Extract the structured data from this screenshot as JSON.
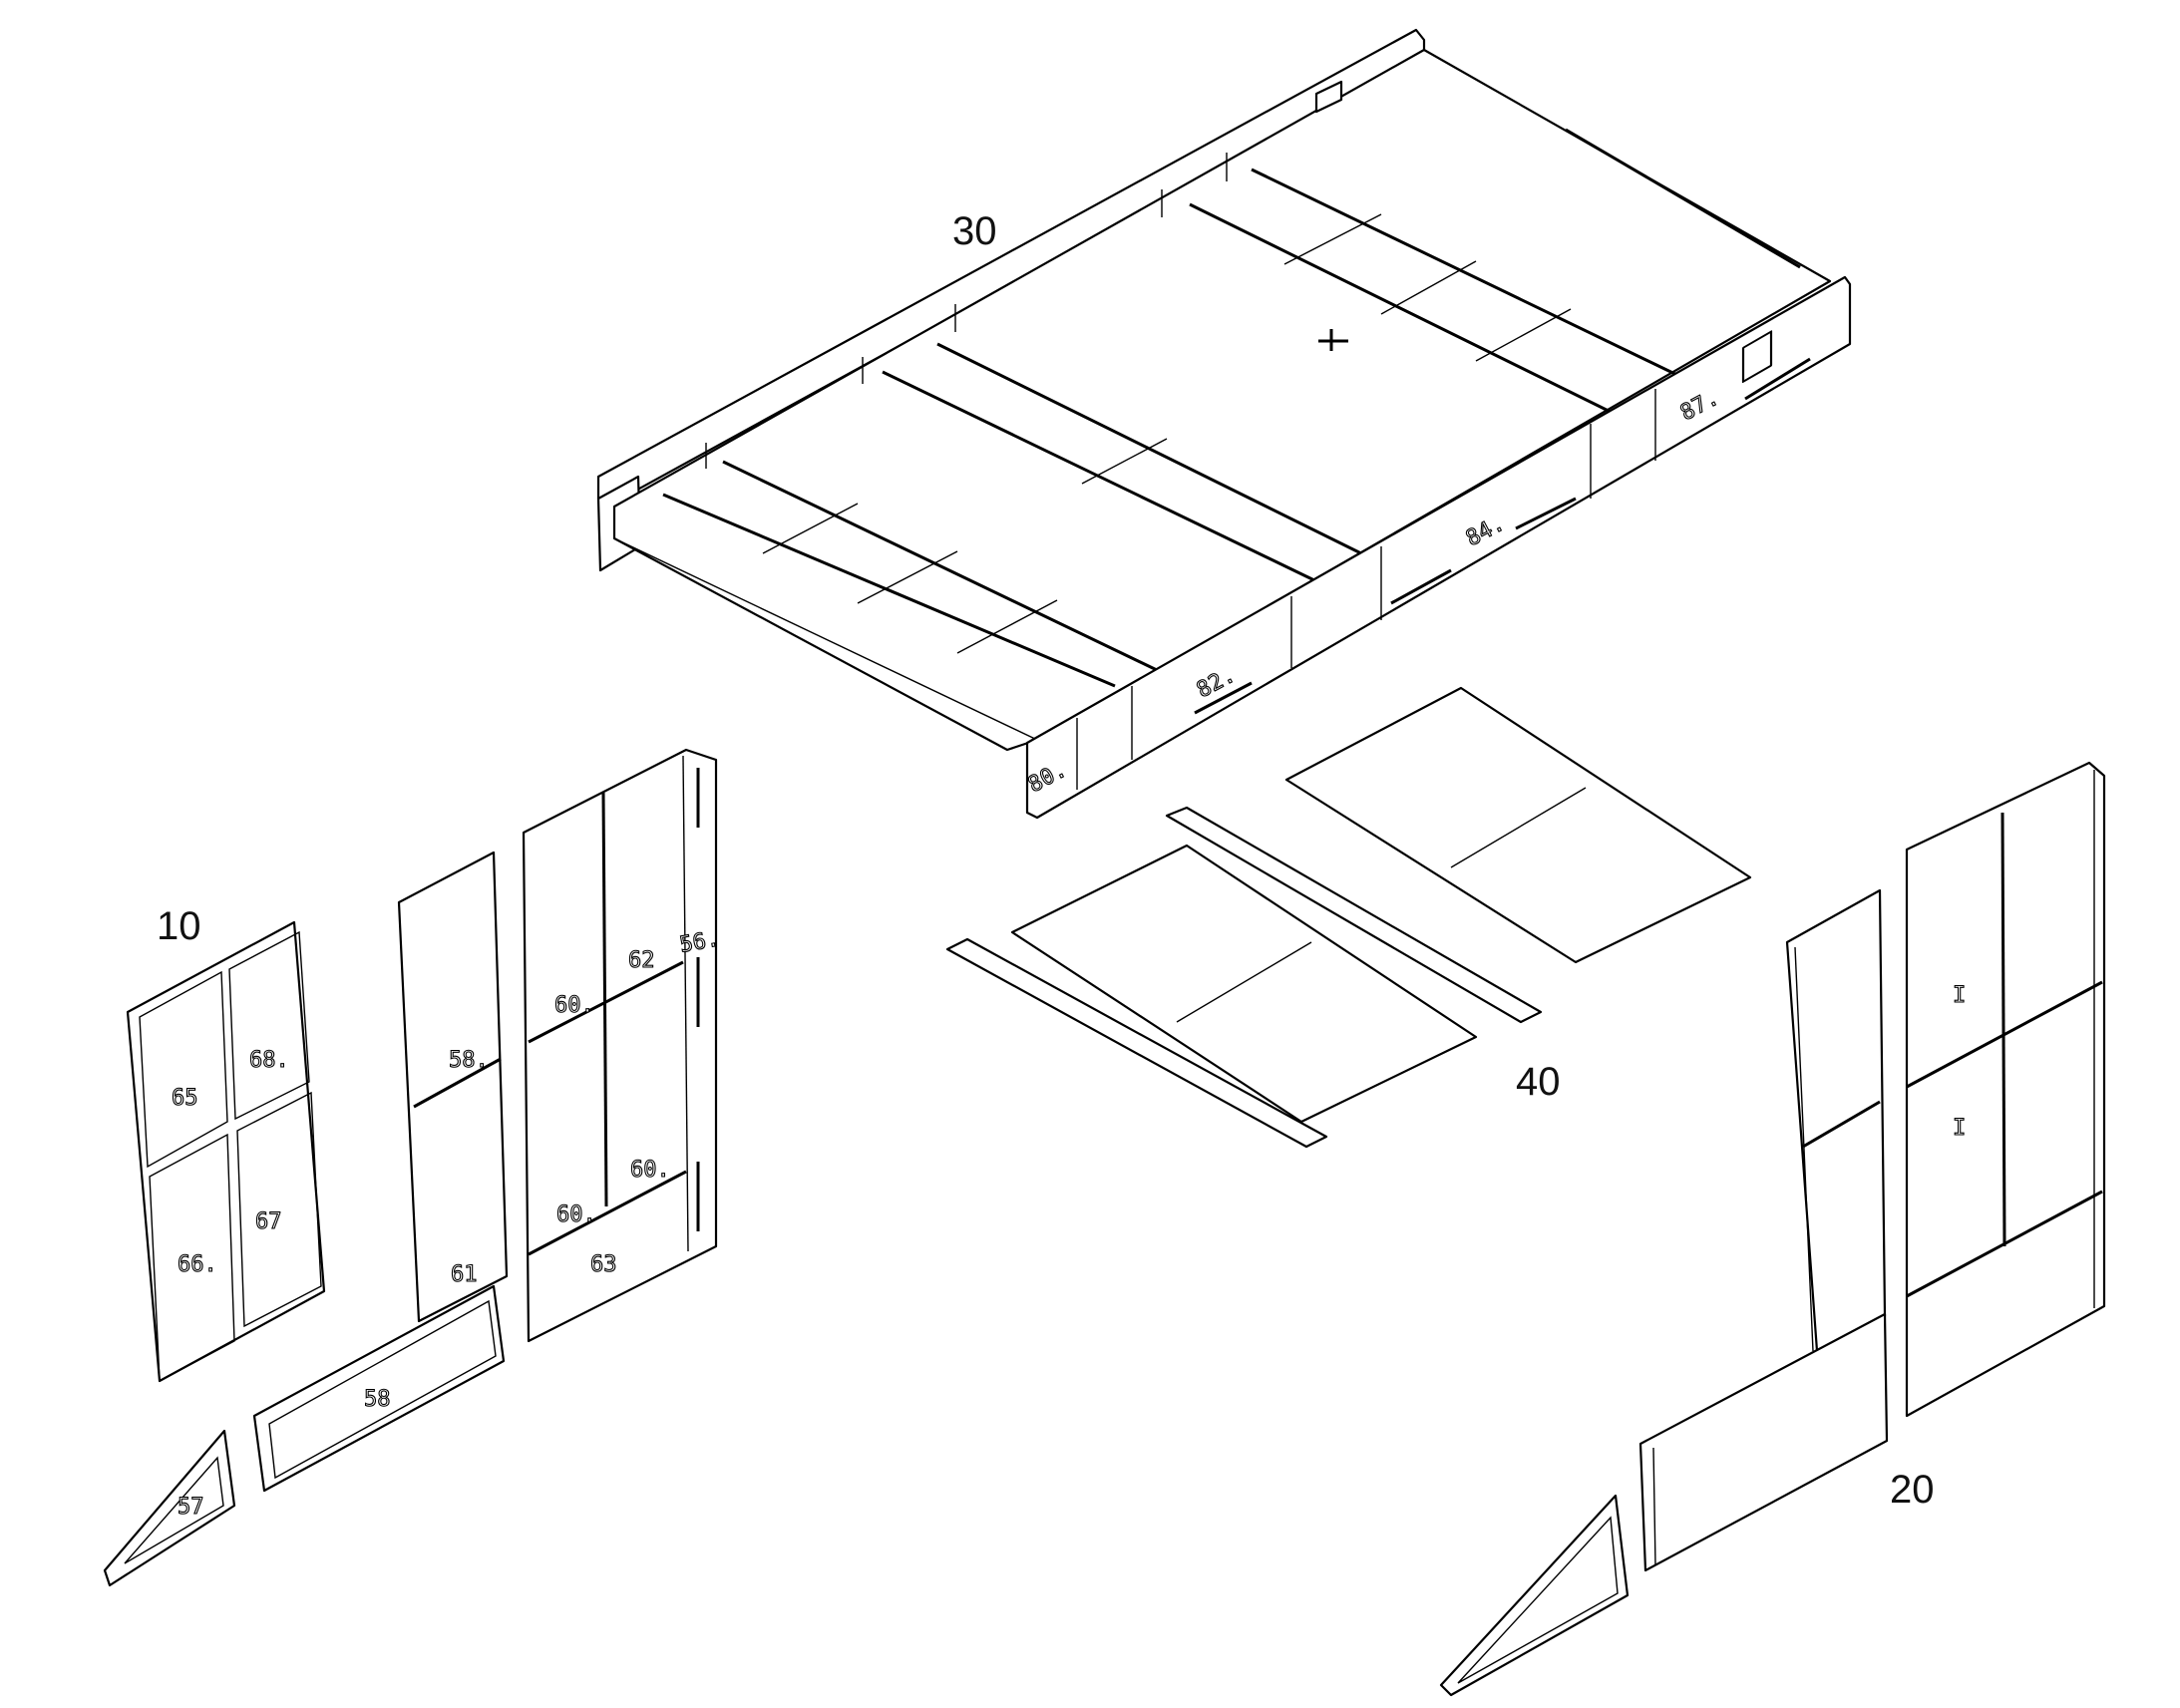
{
  "figure": {
    "reference_numerals": [
      "30",
      "10",
      "40",
      "20"
    ],
    "part_labels": {
      "top_assembly": [
        "80.",
        "82.",
        "84.",
        "87."
      ],
      "left_panels": [
        "65",
        "68.",
        "66.",
        "67",
        "58.",
        "61",
        "60.",
        "62",
        "60.",
        "60.",
        "63",
        "56.",
        "58",
        "57"
      ],
      "right_panels": [
        "I",
        "I"
      ]
    }
  }
}
